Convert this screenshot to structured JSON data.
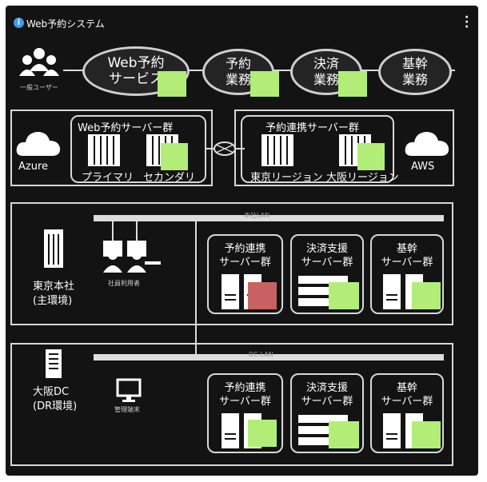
{
  "header": {
    "title": "Web予約システム",
    "info_icon": "i",
    "menu_icon": "⋮"
  },
  "user": {
    "label": "一般ユーザー"
  },
  "flow": [
    {
      "line1": "Web予約",
      "line2": "サービス"
    },
    {
      "line1": "予約",
      "line2": "業務"
    },
    {
      "line1": "決済",
      "line2": "業務"
    },
    {
      "line1": "基幹",
      "line2": "業務"
    }
  ],
  "cloud": {
    "azure_label": "Azure",
    "aws_label": "AWS",
    "azure_group": {
      "title": "Web予約サーバー群",
      "primary": "プライマリ",
      "secondary": "セカンダリ"
    },
    "aws_group": {
      "title": "予約連携サーバー群",
      "tokyo": "東京リージョン",
      "osaka": "大阪リージョン"
    }
  },
  "tokyo": {
    "lan": "本社LAN",
    "site_line1": "東京本社",
    "site_line2": "(主環境)",
    "staff_label": "社員利用者",
    "groups": [
      {
        "line1": "予約連携",
        "line2": "サーバー群"
      },
      {
        "line1": "決済支援",
        "line2": "サーバー群"
      },
      {
        "line1": "基幹",
        "line2": "サーバー群"
      }
    ]
  },
  "osaka": {
    "lan": "DC-LAN",
    "site_line1": "大阪DC",
    "site_line2": "(DR環境)",
    "terminal_label": "管理端末",
    "groups": [
      {
        "line1": "予約連携",
        "line2": "サーバー群"
      },
      {
        "line1": "決済支援",
        "line2": "サーバー群"
      },
      {
        "line1": "基幹",
        "line2": "サーバー群"
      }
    ]
  },
  "colors": {
    "background": "#131313",
    "stroke": "#d8d8d8",
    "highlight": "#b2ee77",
    "alert": "#c86262",
    "info": "#3b9cf2"
  }
}
